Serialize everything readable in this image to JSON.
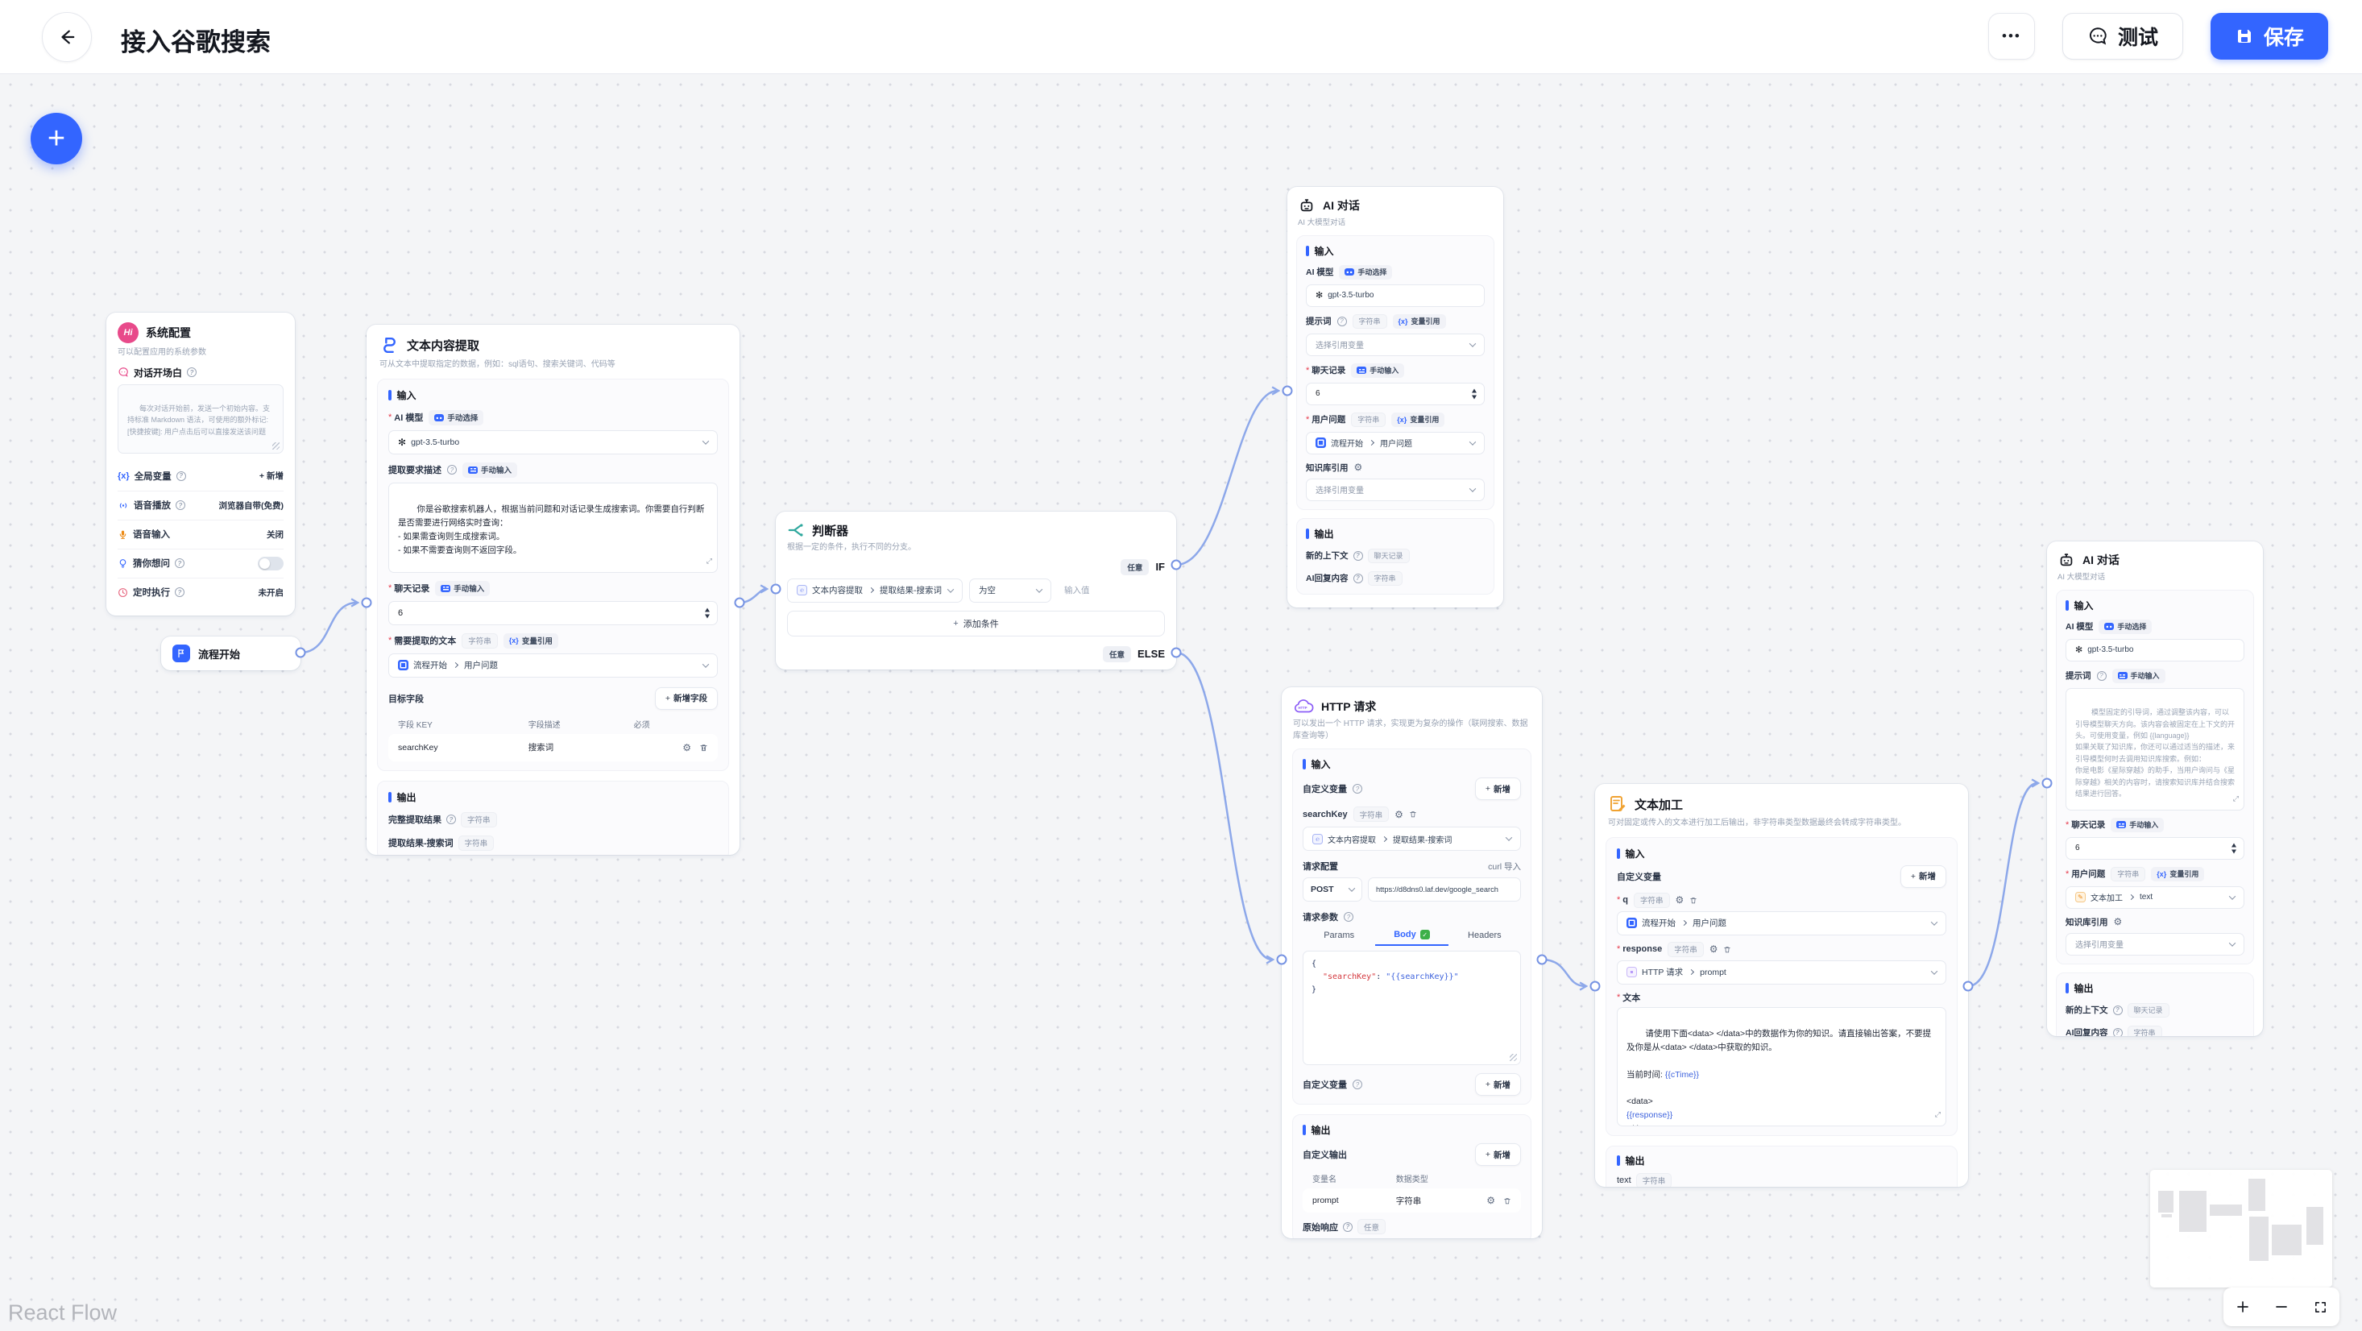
{
  "topbar": {
    "title": "接入谷歌搜索",
    "more": "•••",
    "test": "测试",
    "save": "保存"
  },
  "attribution": "React Flow",
  "common": {
    "input_section": "输入",
    "output_section": "输出",
    "manual_select": "手动选择",
    "manual_input": "手动输入",
    "string_type": "字符串",
    "var_ref": "变量引用",
    "history_type": "聊天记录",
    "any_type": "任意",
    "add": "新增",
    "select_ref": "选择引用变量",
    "model": "gpt-3.5-turbo",
    "openai_mark": "✻"
  },
  "colors": {
    "primary": "#3365ff",
    "edge": "#8da8ea"
  },
  "nodes": {
    "system": {
      "avatar": "Hi",
      "title": "系统配置",
      "desc": "可以配置应用的系统参数",
      "welcome_label": "对话开场白",
      "welcome_placeholder": "每次对话开始前，发送一个初始内容。支持标准 Markdown 语法，可使用的额外标记:\n[快捷按键]: 用户点击后可以直接发送该问题",
      "rows": [
        {
          "label": "全局变量",
          "action": "新增"
        },
        {
          "label": "语音播放",
          "value": "浏览器自带(免费)"
        },
        {
          "label": "语音输入",
          "value": "关闭"
        },
        {
          "label": "猜你想问",
          "value": ""
        },
        {
          "label": "定时执行",
          "value": "未开启"
        }
      ]
    },
    "start": {
      "title": "流程开始"
    },
    "extract": {
      "title": "文本内容提取",
      "desc": "可从文本中提取指定的数据，例如：sql语句、搜索关键词、代码等",
      "model_label": "AI 模型",
      "extract_desc_label": "提取要求描述",
      "prompt": "你是谷歌搜索机器人，根据当前问题和对话记录生成搜索词。你需要自行判断是否需要进行网络实时查询：\n- 如果需查询则生成搜索词。\n- 如果不需要查询则不返回字段。",
      "history_label": "聊天记录",
      "history_value": "6",
      "source_label": "需要提取的文本",
      "source_ref": {
        "source": "流程开始",
        "field": "用户问题"
      },
      "target_label": "目标字段",
      "add_field": "新增字段",
      "table": {
        "h1": "字段 KEY",
        "h2": "字段描述",
        "h3": "必须",
        "row": {
          "key": "searchKey",
          "desc": "搜索词"
        }
      },
      "out1": {
        "label": "完整提取结果"
      },
      "out2": {
        "label": "提取结果-搜索词"
      }
    },
    "judge": {
      "title": "判断器",
      "desc": "根据一定的条件，执行不同的分支。",
      "if_label": "IF",
      "else_label": "ELSE",
      "cond": {
        "source": "文本内容提取",
        "field": "提取结果-搜索词",
        "op": "为空",
        "value_ph": "输入值"
      },
      "add_condition": "添加条件"
    },
    "chat1": {
      "title": "AI 对话",
      "desc": "AI 大模型对话",
      "model_label": "AI 模型",
      "prompt_label": "提示词",
      "history_label": "聊天记录",
      "history_value": "6",
      "question_label": "用户问题",
      "question_ref": {
        "source": "流程开始",
        "field": "用户问题"
      },
      "kb_label": "知识库引用",
      "out_ctx": "新的上下文",
      "out_reply": "AI回复内容"
    },
    "http": {
      "title": "HTTP 请求",
      "desc": "可以发出一个 HTTP 请求，实现更为复杂的操作（联网搜索、数据库查询等）",
      "custom_var_label": "自定义变量",
      "var": {
        "name": "searchKey",
        "ref": {
          "source": "文本内容提取",
          "field": "提取结果-搜索词"
        }
      },
      "config_label": "请求配置",
      "curl_import": "curl 导入",
      "method": "POST",
      "url": "https://d8dns0.laf.dev/google_search",
      "params_label": "请求参数",
      "tabs": {
        "params": "Params",
        "body": "Body",
        "headers": "Headers"
      },
      "code": {
        "open": "{",
        "key": "\"searchKey\"",
        "colon": ": ",
        "value": "\"{{searchKey}}\"",
        "close": "}"
      },
      "out_label": "自定义输出",
      "col1": "变量名",
      "col2": "数据类型",
      "out_row": {
        "name": "prompt",
        "type": "字符串"
      },
      "raw_label": "原始响应"
    },
    "tp": {
      "title": "文本加工",
      "desc": "可对固定或传入的文本进行加工后输出，非字符串类型数据最终会转成字符串类型。",
      "custom_var_label": "自定义变量",
      "q": {
        "name": "q",
        "ref": {
          "source": "流程开始",
          "field": "用户问题"
        }
      },
      "resp": {
        "name": "response",
        "ref": {
          "source": "HTTP 请求",
          "field": "prompt"
        }
      },
      "text_label": "文本",
      "text": {
        "p1": "请使用下面<data> </data>中的数据作为你的知识。请直接输出答案，不要提及你是从<data> </data>中获取的知识。\n\n当前时间: ",
        "v1": "{{cTime}}",
        "p2": "\n\n<data>\n",
        "v2": "{{response}}",
        "p3": "\n</data>"
      },
      "out_name": "text"
    },
    "chat2": {
      "title": "AI 对话",
      "desc": "AI 大模型对话",
      "model_label": "AI 模型",
      "prompt_label": "提示词",
      "prompt_placeholder": "模型固定的引导词，通过调整该内容，可以引导模型聊天方向。该内容会被固定在上下文的开头。可使用变量，例如 {{language}}\n如果关联了知识库，你还可以通过适当的描述，来引导模型何时去调用知识库搜索。例如：\n你是电影《星际穿越》的助手，当用户询问与《星际穿越》相关的内容时，请搜索知识库并结合搜索结果进行回答。",
      "history_label": "聊天记录",
      "history_value": "6",
      "question_label": "用户问题",
      "question_ref": {
        "source": "文本加工",
        "field": "text"
      },
      "kb_label": "知识库引用",
      "out_ctx": "新的上下文",
      "out_reply": "AI回复内容"
    }
  }
}
